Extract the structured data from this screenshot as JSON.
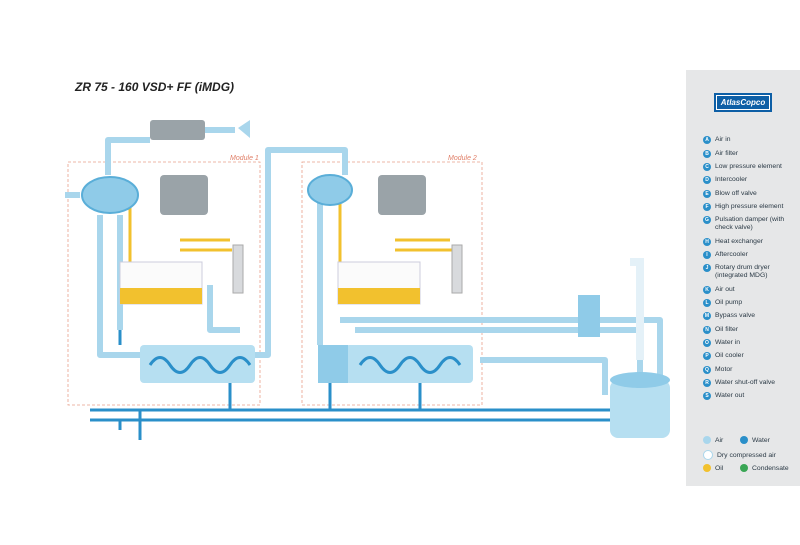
{
  "title": "ZR 75 - 160 VSD+ FF (iMDG)",
  "brand": "AtlasCopco",
  "modules": [
    "Module 1",
    "Module 2"
  ],
  "legend": [
    {
      "letter": "A",
      "label": "Air in"
    },
    {
      "letter": "B",
      "label": "Air filter"
    },
    {
      "letter": "C",
      "label": "Low pressure element"
    },
    {
      "letter": "D",
      "label": "Intercooler"
    },
    {
      "letter": "E",
      "label": "Blow off valve"
    },
    {
      "letter": "F",
      "label": "High pressure element"
    },
    {
      "letter": "G",
      "label": "Pulsation damper (with check valve)"
    },
    {
      "letter": "H",
      "label": "Heat exchanger"
    },
    {
      "letter": "I",
      "label": "Aftercooler"
    },
    {
      "letter": "J",
      "label": "Rotary drum dryer (integrated MDG)"
    },
    {
      "letter": "K",
      "label": "Air out"
    },
    {
      "letter": "L",
      "label": "Oil pump"
    },
    {
      "letter": "M",
      "label": "Bypass valve"
    },
    {
      "letter": "N",
      "label": "Oil filter"
    },
    {
      "letter": "O",
      "label": "Water in"
    },
    {
      "letter": "P",
      "label": "Oil cooler"
    },
    {
      "letter": "Q",
      "label": "Motor"
    },
    {
      "letter": "R",
      "label": "Water shut-off valve"
    },
    {
      "letter": "S",
      "label": "Water out"
    }
  ],
  "flow_key": [
    {
      "label": "Air",
      "color": "#a9d6ec"
    },
    {
      "label": "Water",
      "color": "#2a8fc9"
    },
    {
      "label": "Dry compressed air",
      "color": "#ffffff"
    },
    {
      "label": "Oil",
      "color": "#f2c12e"
    },
    {
      "label": "Condensate",
      "color": "#3aa655"
    }
  ],
  "colors": {
    "air": "#a9d6ec",
    "water": "#2a8fc9",
    "oil": "#f2c12e",
    "module_border": "#e8a08a"
  }
}
